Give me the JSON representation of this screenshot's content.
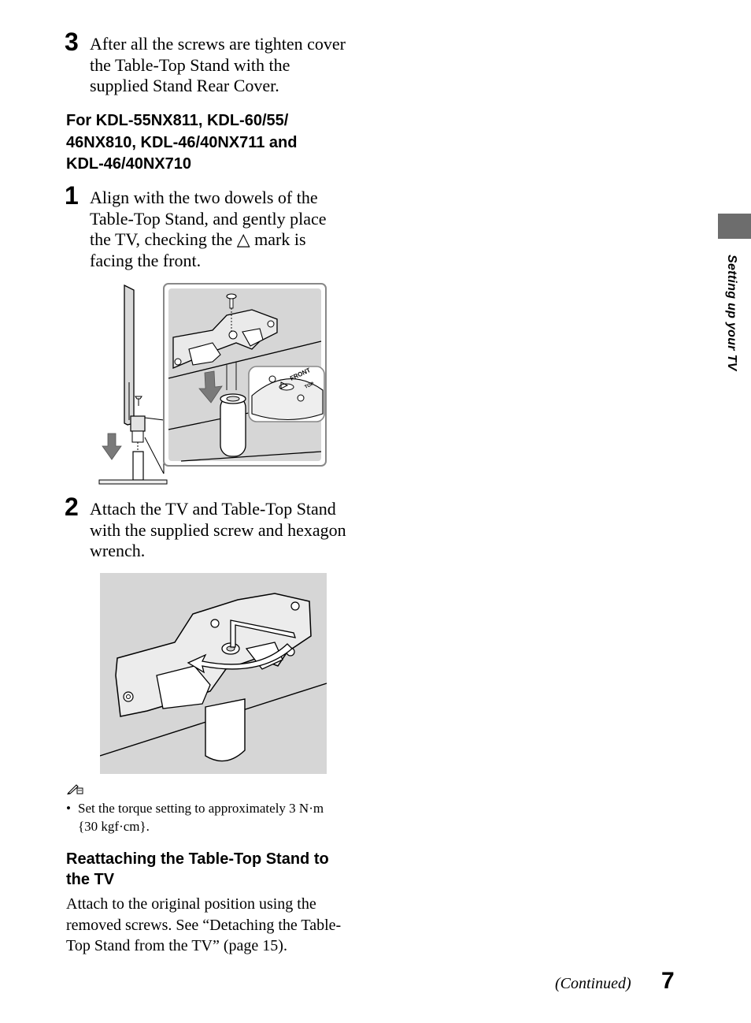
{
  "step3_top": {
    "number": "3",
    "lines": [
      "After all the screws are tighten cover",
      "the Table-Top Stand with the",
      "supplied Stand Rear Cover."
    ]
  },
  "models_heading": {
    "lines": [
      "For KDL-55NX811, KDL-60/55/",
      "46NX810, KDL-46/40NX711 and",
      "KDL-46/40NX710"
    ]
  },
  "step1": {
    "number": "1",
    "lines": [
      "Align with the two dowels of the",
      "Table-Top Stand, and gently place",
      "the TV, checking the △ mark is",
      "facing the front."
    ]
  },
  "figure1": {
    "label_front": "FRONT",
    "label_top": "TOP"
  },
  "step2": {
    "number": "2",
    "lines": [
      "Attach the TV and Table-Top Stand",
      "with the supplied screw and hexagon",
      "wrench."
    ]
  },
  "note": {
    "icon": "note-pencil-icon",
    "bullet": "•",
    "lines": [
      "Set the torque setting to approximately 3 N·m",
      "{30 kgf·cm}."
    ]
  },
  "reattach_heading": {
    "lines": [
      "Reattaching the Table-Top Stand to",
      "the TV"
    ]
  },
  "reattach_body": {
    "lines": [
      "Attach to the original position using the",
      "removed screws. See “Detaching the Table-",
      "Top Stand from the TV” (page 15)."
    ]
  },
  "side_tab": {
    "label": "Setting up your TV",
    "color": "#6d6d6d"
  },
  "footer": {
    "continued": "(Continued)",
    "page_number": "7"
  }
}
